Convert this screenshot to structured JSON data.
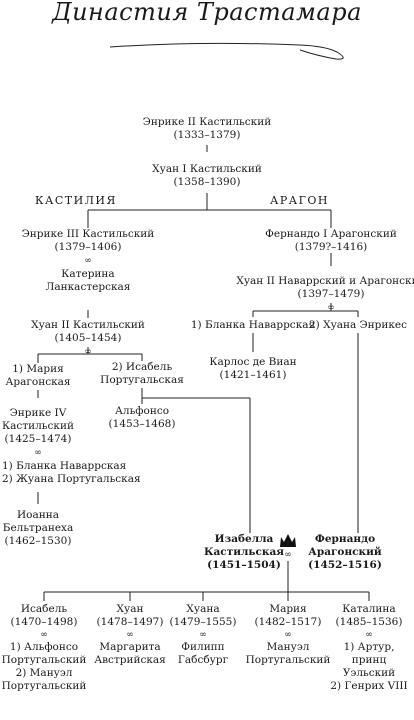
{
  "title": "Династия Трастамара",
  "branches": {
    "castile": "КАСТИЛИЯ",
    "aragon": "АРАГОН"
  },
  "marriage_symbol": "∞",
  "crown_icon": "crown-icon",
  "people": {
    "enrique2": {
      "name": "Энрике II Кастильский",
      "years": "(1333–1379)"
    },
    "juan1": {
      "name": "Хуан I Кастильский",
      "years": "(1358–1390)"
    },
    "enrique3": {
      "name": "Энрике III Кастильский",
      "years": "(1379–1406)"
    },
    "catalina_l": {
      "line1": "Катерина",
      "line2": "Ланкастерская"
    },
    "juan2c": {
      "name": "Хуан II Кастильский",
      "years": "(1405–1454)"
    },
    "maria_a": {
      "line1": "1) Мария",
      "line2": "Арагонская"
    },
    "isabel_p": {
      "line1": "2) Исабель",
      "line2": "Португальская"
    },
    "enrique4": {
      "line1": "Энрике IV",
      "line2": "Кастильский",
      "years": "(1425–1474)"
    },
    "enrique4_wives": {
      "line1": "1) Бланка Наваррская",
      "line2": "2) Жуана Португальская"
    },
    "juana_b": {
      "line1": "Иоанна",
      "line2": "Бельтранеха",
      "years": "(1462–1530)"
    },
    "alfonso": {
      "name": "Альфонсо",
      "years": "(1453–1468)"
    },
    "fernando1": {
      "name": "Фернандо I Арагонский",
      "years": "(1379?–1416)"
    },
    "juan2a": {
      "name": "Хуан II Наваррский и Арагонский",
      "years": "(1397–1479)"
    },
    "blanca_n": {
      "name": "1) Бланка Наваррская"
    },
    "juana_e": {
      "name": "2) Хуана Энрикес"
    },
    "carlos": {
      "name": "Карлос де Виан",
      "years": "(1421–1461)"
    },
    "isabella": {
      "line1": "Изабелла",
      "line2": "Кастильская",
      "years": "(1451–1504)"
    },
    "ferdinand": {
      "line1": "Фернандо",
      "line2": "Арагонский",
      "years": "(1452–1516)"
    }
  },
  "children": [
    {
      "name": "Исабель",
      "years": "(1470–1498)",
      "spouse1": "1) Альфонсо",
      "spouse2": "Португальский",
      "spouse3": "2) Мануэл",
      "spouse4": "Португальский"
    },
    {
      "name": "Хуан",
      "years": "(1478–1497)",
      "spouse1": "Маргарита",
      "spouse2": "Австрийская"
    },
    {
      "name": "Хуана",
      "years": "(1479–1555)",
      "spouse1": "Филипп",
      "spouse2": "Габсбург"
    },
    {
      "name": "Мария",
      "years": "(1482–1517)",
      "spouse1": "Мануэл",
      "spouse2": "Португальский"
    },
    {
      "name": "Каталина",
      "years": "(1485–1536)",
      "spouse1": "1) Артур,",
      "spouse2": "принц",
      "spouse3": "Уэльский",
      "spouse4": "2) Генрих VIII"
    }
  ]
}
